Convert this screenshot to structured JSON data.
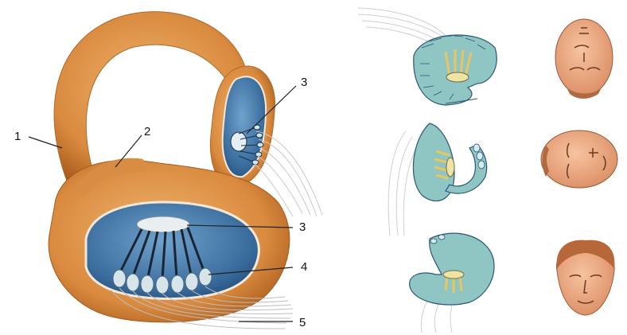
{
  "labels": {
    "one": "1",
    "two": "2",
    "three_small": "3",
    "three_large": "3",
    "four": "4",
    "five": "5"
  },
  "colors": {
    "labyrinth_light": "#e8a560",
    "labyrinth_dark": "#b9651f",
    "endolymph": "#3f76a6",
    "endolymph_dark": "#1f4a78",
    "cell_fill": "#8fc6c4",
    "cell_outline": "#2b5674",
    "hair_cell": "#f2dc8a",
    "skin": "#f0ad86",
    "nerve": "#c8c8c8"
  }
}
